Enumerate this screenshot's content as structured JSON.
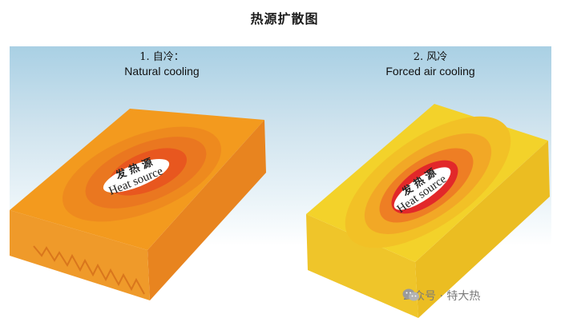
{
  "title": "热源扩散图",
  "panels": [
    {
      "number": "1. 自冷：",
      "label": "Natural cooling",
      "heat_source_cn": "发 热 源",
      "heat_source_en": "Heat source"
    },
    {
      "number": "2. 风冷",
      "label": "Forced air cooling",
      "heat_source_cn": "发 热 源",
      "heat_source_en": "Heat source"
    }
  ],
  "watermark": "公众号 · 特大热",
  "colors": {
    "natural_outer": "#f39a1e",
    "natural_mid": "#ee7d1e",
    "natural_core": "#e8571f",
    "forced_outer": "#f3d22a",
    "forced_mid": "#f2a826",
    "forced_core": "#e2282a"
  }
}
